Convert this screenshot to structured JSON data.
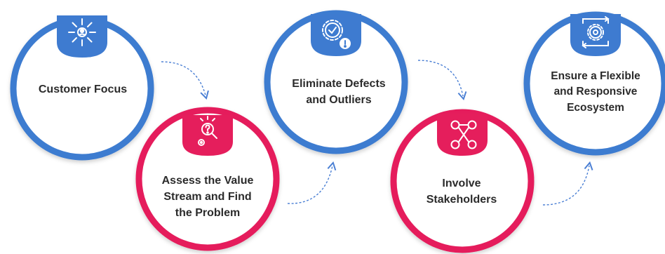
{
  "steps": [
    {
      "label": "Customer Focus",
      "color": "#3e7bd0",
      "icon": "customer-focus-icon"
    },
    {
      "label": "Assess the Value\nStream and Find\nthe Problem",
      "color": "#e51e5c",
      "icon": "assess-problem-icon"
    },
    {
      "label": "Eliminate Defects\nand Outliers",
      "color": "#3e7bd0",
      "icon": "eliminate-defects-icon"
    },
    {
      "label": "Involve\nStakeholders",
      "color": "#e51e5c",
      "icon": "stakeholders-icon"
    },
    {
      "label": "Ensure a Flexible\nand Responsive\nEcosystem",
      "color": "#3e7bd0",
      "icon": "flexible-ecosystem-icon"
    }
  ],
  "colors": {
    "blue": "#3e7bd0",
    "red": "#e51e5c",
    "connector": "#4a7fd4"
  }
}
